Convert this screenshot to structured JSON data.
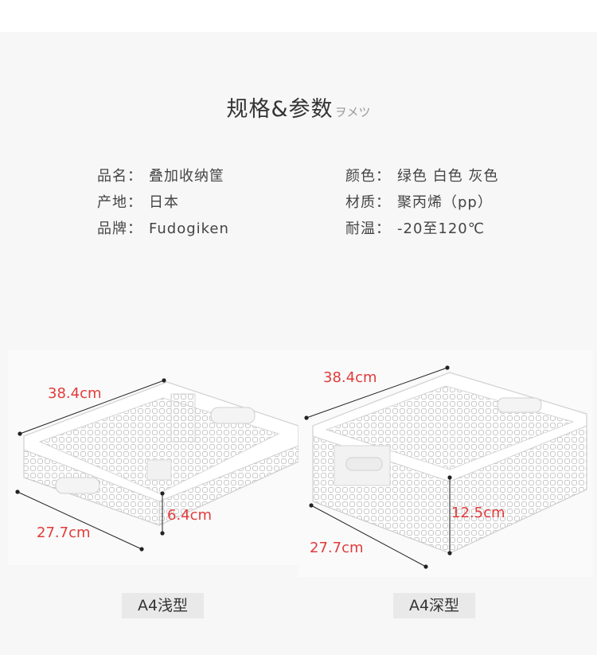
{
  "heading": {
    "main": "规格&参数",
    "sub": "ヲメツ"
  },
  "specs": {
    "name": {
      "key": "品名：",
      "value": "叠加收纳筐"
    },
    "origin": {
      "key": "产地：",
      "value": "日本"
    },
    "brand": {
      "key": "品牌：",
      "value": "Fudogiken"
    },
    "color": {
      "key": "颜色：",
      "value": "绿色 白色 灰色"
    },
    "material": {
      "key": "材质：",
      "value": "聚丙烯（pp）"
    },
    "temp": {
      "key": "耐温：",
      "value": "-20至120℃"
    }
  },
  "products": {
    "shallow": {
      "length": "38.4cm",
      "width": "27.7cm",
      "height": "6.4cm",
      "label": "A4浅型"
    },
    "deep": {
      "length": "38.4cm",
      "width": "27.7cm",
      "height": "12.5cm",
      "label": "A4深型"
    }
  },
  "colors": {
    "dimension": "#e23b3b",
    "background": "#f7f7f7",
    "label_bg": "#e9e9e9"
  }
}
